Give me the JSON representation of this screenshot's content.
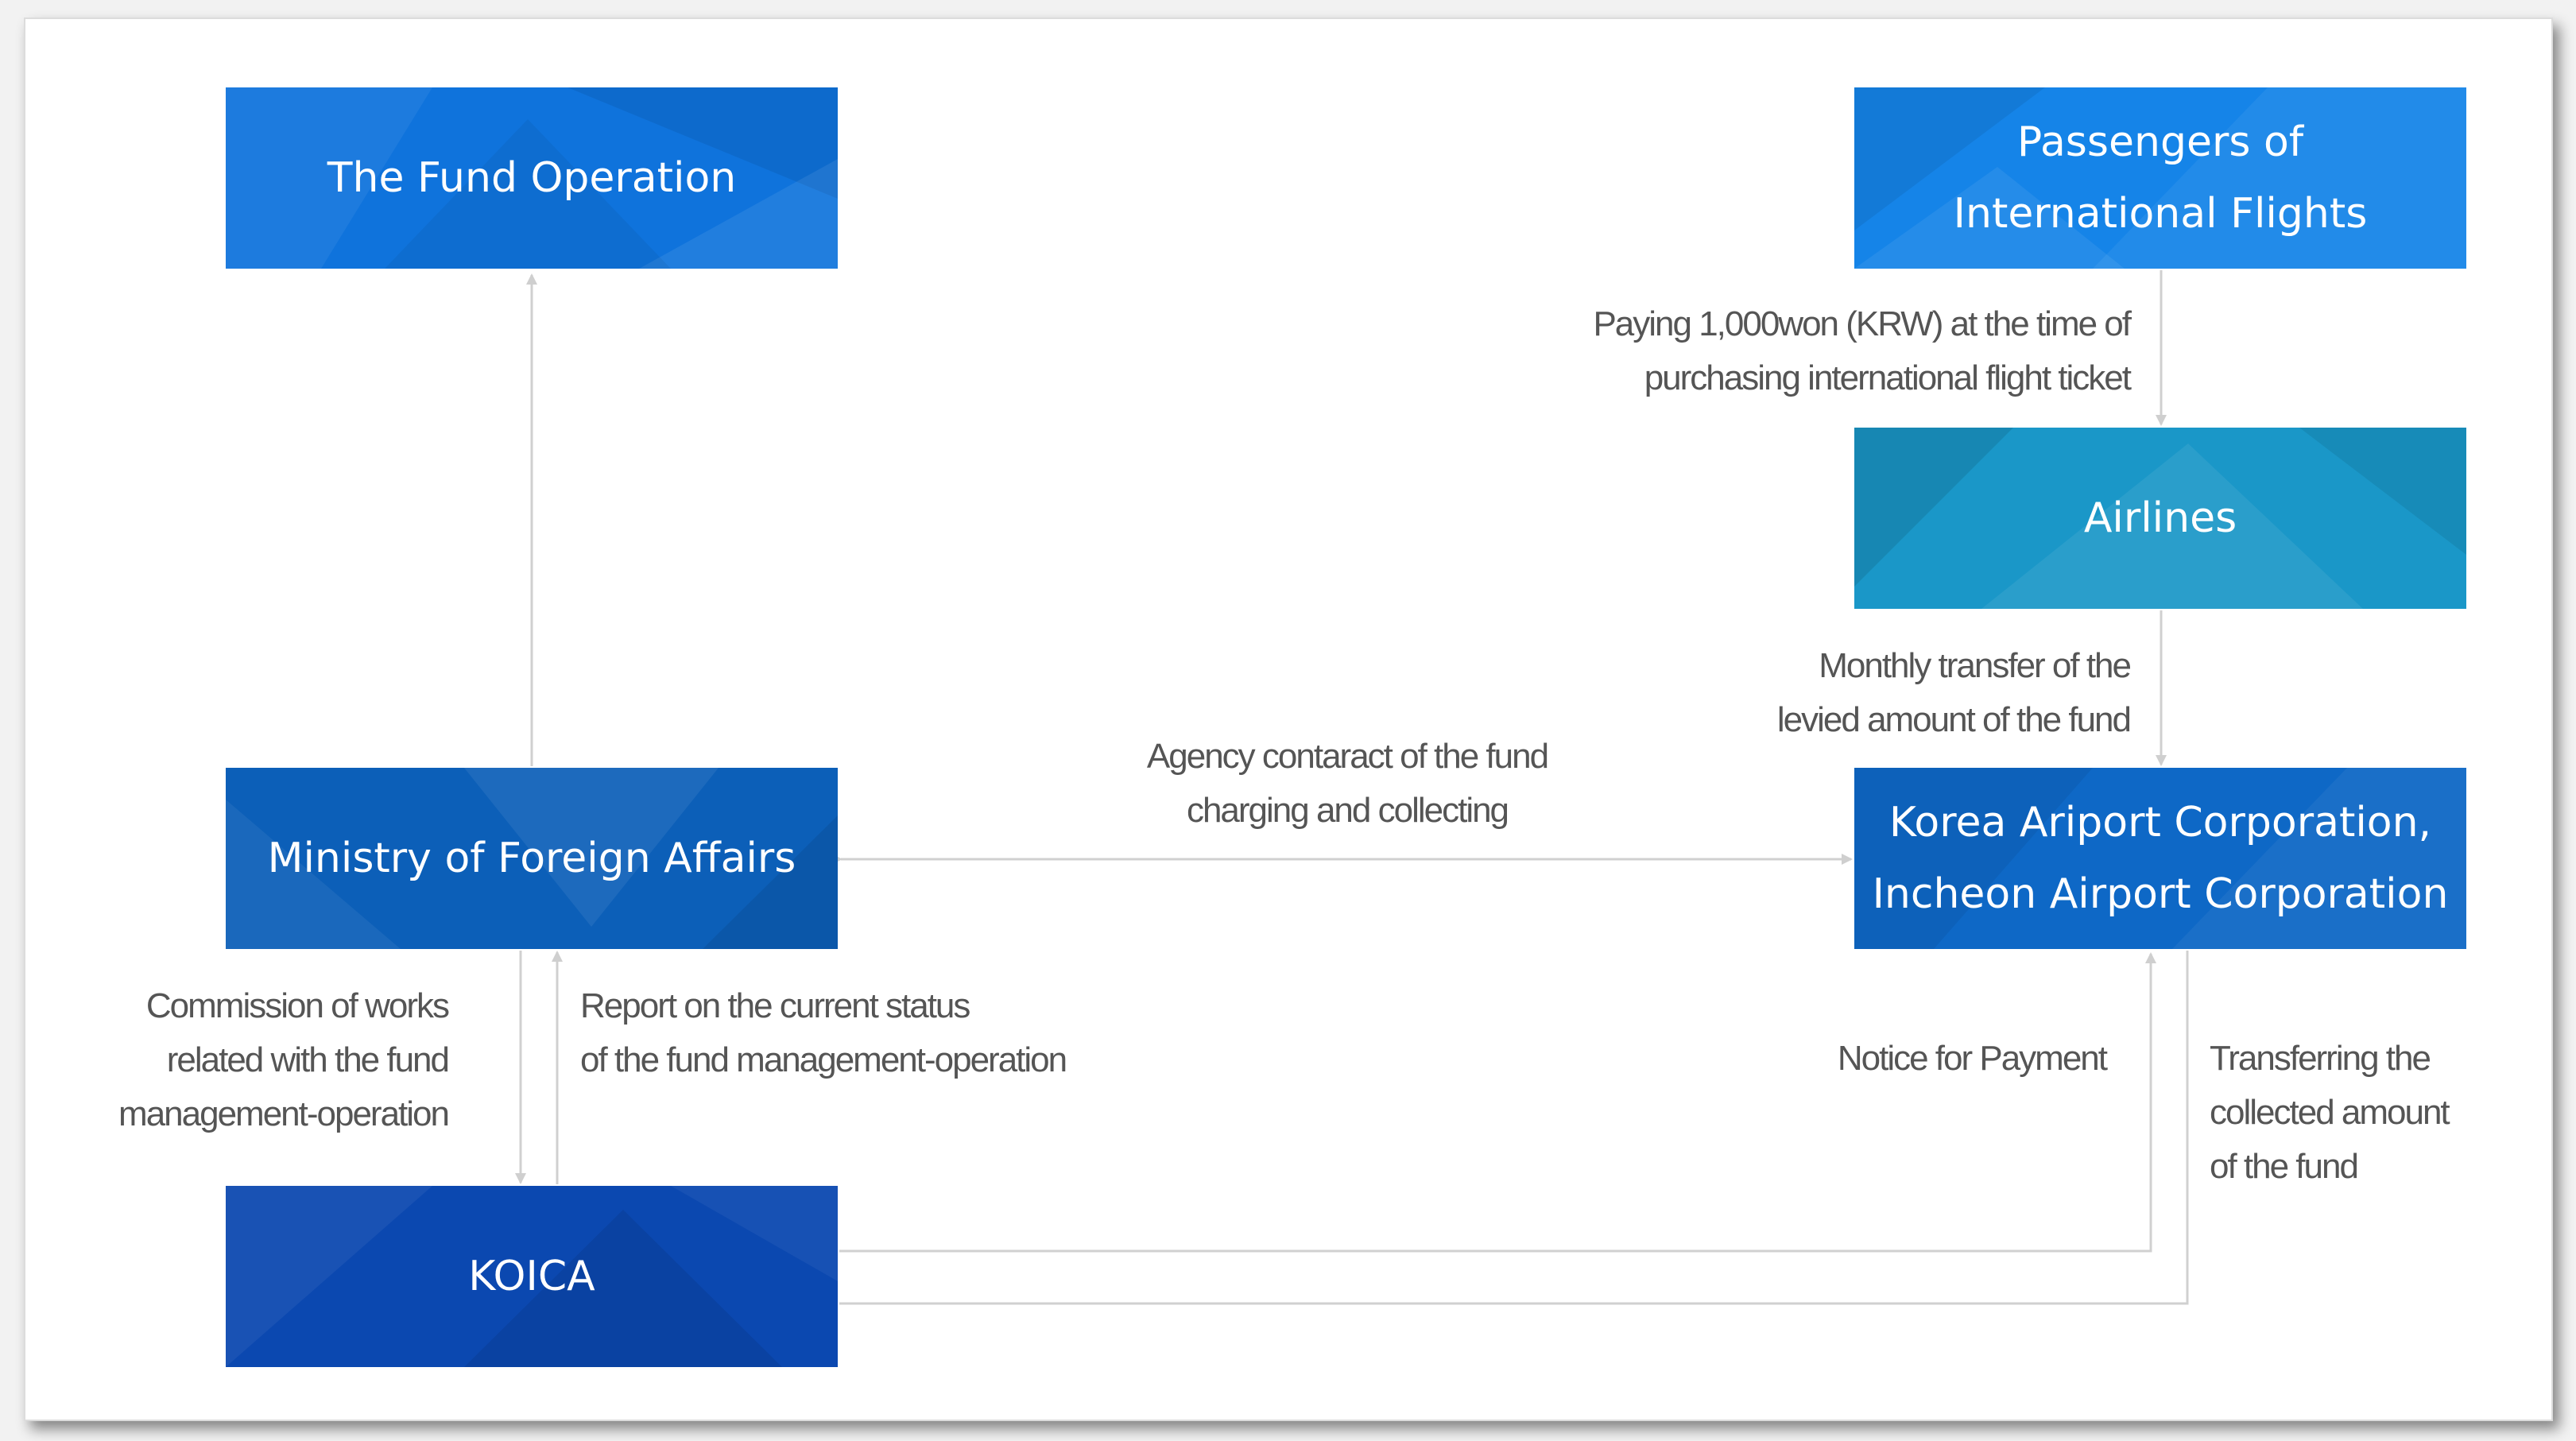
{
  "nodes": {
    "fund_operation": "The Fund Operation",
    "passengers": "Passengers of\nInternational Flights",
    "airlines": "Airlines",
    "mofa": "Ministry of Foreign Affairs",
    "korea_airport": "Korea Ariport Corporation,\nIncheon Airport Corporation",
    "koica": "KOICA"
  },
  "edges": {
    "paying": "Paying 1,000won (KRW) at the time of\npurchasing international flight ticket",
    "monthly_transfer": "Monthly transfer of the\nlevied amount of the fund",
    "agency_contract": "Agency contaract of the fund\ncharging and collecting",
    "commission": "Commission of works\nrelated with the fund\nmanagement-operation",
    "report": "Report on the current status\nof the fund management-operation",
    "notice": "Notice for Payment",
    "transferring": "Transferring the\ncollected amount\nof the fund"
  },
  "colors": {
    "box_blue": "#0f73dc",
    "box_teal": "#1a97c8",
    "box_navy": "#0b48b0",
    "connector": "#d0d0d0",
    "annotation_text": "#555555"
  }
}
